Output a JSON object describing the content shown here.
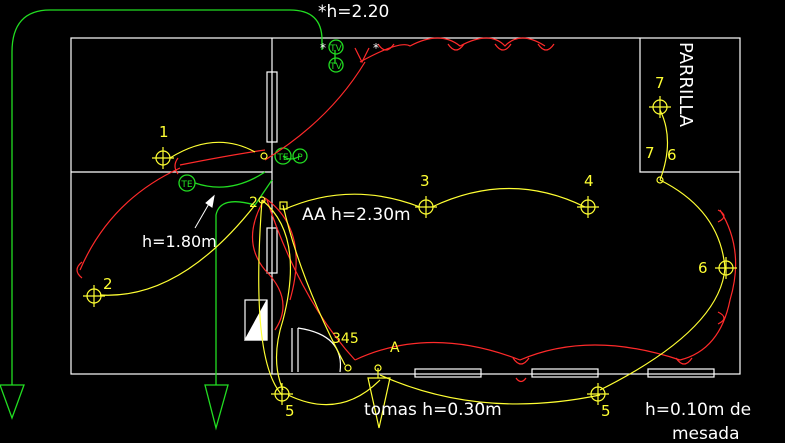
{
  "colors": {
    "background": "#000000",
    "walls": "#ffffff",
    "yellow": "#ffff33",
    "red": "#ff2a2a",
    "green": "#22dd22"
  },
  "labels": {
    "h220": "*h=2.20",
    "h180": "h=1.80m",
    "aa": "AA  h=2.30m",
    "parrilla": "PARRILLA",
    "tomas": "tomas  h=0.30m",
    "h010": "h=0.10m de",
    "mesada": "mesada",
    "asterisk": "*"
  },
  "circuits": {
    "c1": "1",
    "c2": "2",
    "c3": "3",
    "c4": "4",
    "c5a": "5",
    "c5b": "5",
    "c6": "6",
    "c7a": "7",
    "c7b": "7",
    "c6b": "6",
    "c2b": "2",
    "c345": "345",
    "cA": "A"
  },
  "symbols": {
    "tv": "TV",
    "te": "TE",
    "p": "P"
  }
}
